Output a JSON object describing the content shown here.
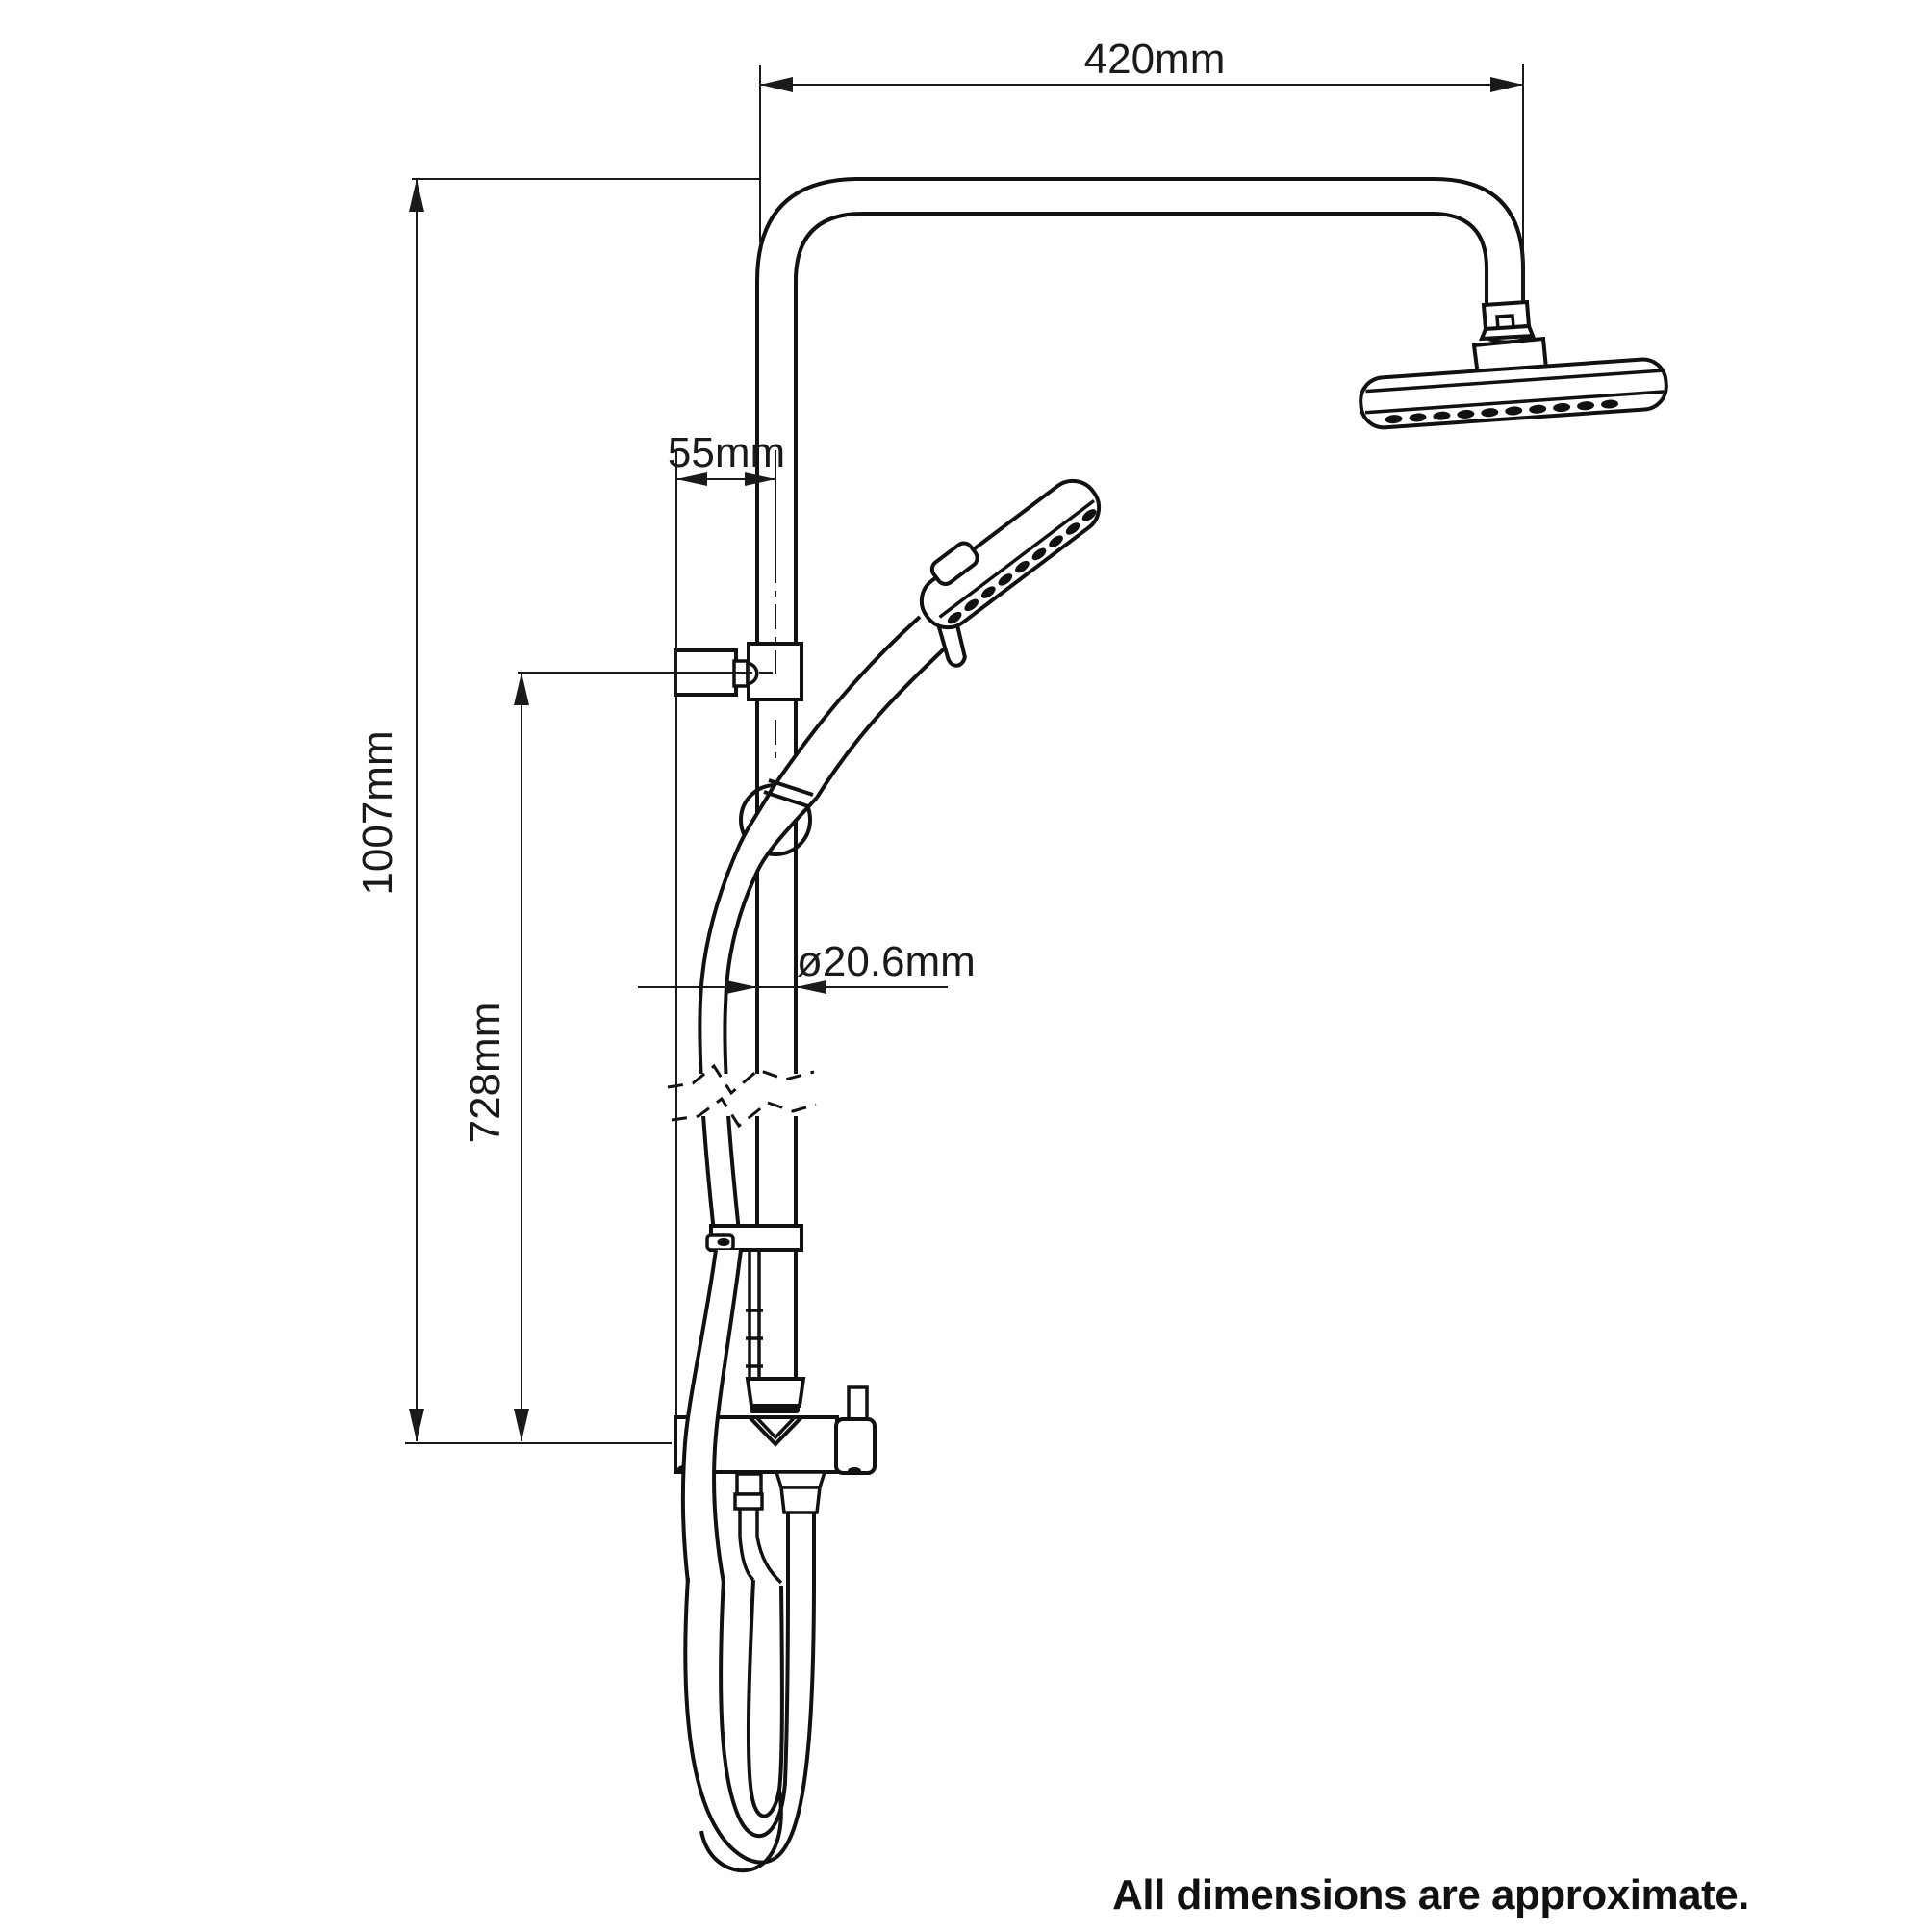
{
  "diagram": {
    "title": "Shower column technical dimension drawing",
    "units": "mm",
    "background_color": "#ffffff",
    "line_color": "#111111",
    "text_color": "#1a1a1a",
    "labels": {
      "top_width": "420mm",
      "bracket_offset": "55mm",
      "overall_height": "1007mm",
      "lower_height": "728mm",
      "pipe_diameter": "ø20.6mm"
    },
    "note": "All dimensions are approximate.",
    "components": [
      "overhead-shower-head",
      "shower-arm",
      "riser-rail",
      "hand-shower",
      "wall-bracket",
      "hose-ring-holder",
      "hose-retaining-clamp",
      "diverter-valve",
      "shower-hose-loop"
    ]
  }
}
